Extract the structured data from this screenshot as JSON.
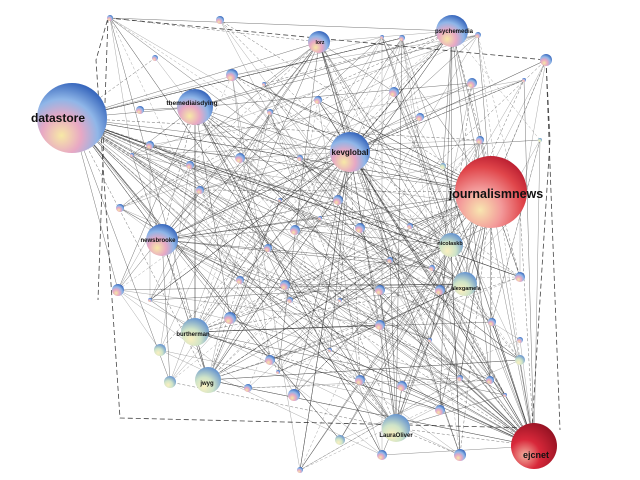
{
  "graph": {
    "colors": {
      "edge": "#333333",
      "node_blue": "#3f7fd9",
      "node_red": "#d9342b",
      "node_highlight": "#f6e7a8",
      "node_pink": "#e58fb8",
      "label": "#111111"
    },
    "labels": {
      "datastore": "datastore",
      "journalismnews": "journalismnews",
      "kevglobal": "kevglobal",
      "themediaisdying": "themediaisdying",
      "psychemedia": "psychemedia",
      "newsbrooke": "newsbrooke",
      "ejcnet": "ejcnet",
      "burtherman": "burtherman",
      "jwyg": "jwyg",
      "LauraOliver": "LauraOliver",
      "nicolaskb": "nicolaskb",
      "alexgamela": "alexgamela",
      "lorz": "lorz"
    }
  }
}
